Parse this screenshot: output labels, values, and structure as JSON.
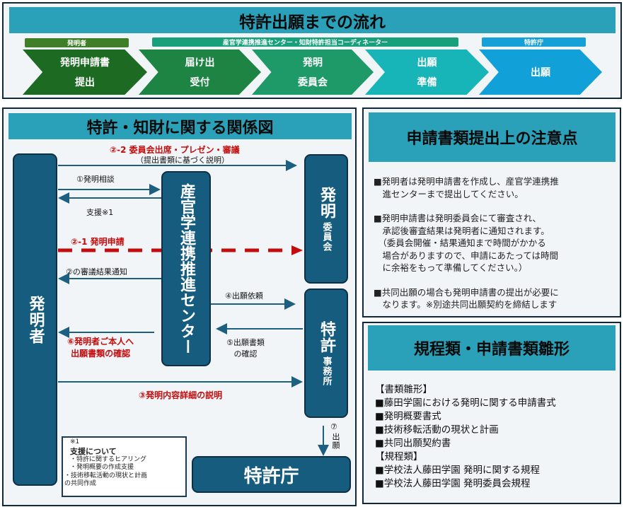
{
  "flow": {
    "title": "特許出願までの流れ",
    "roles": {
      "inventor": "発明者",
      "center": "産官学連携推進センター・知財特許担当コーディネーター",
      "office": "特許庁"
    },
    "steps": [
      {
        "top": "発明申請書",
        "bottom": "提出"
      },
      {
        "top": "届け出",
        "bottom": "受付"
      },
      {
        "top": "発明",
        "bottom": "委員会"
      },
      {
        "top": "出願",
        "bottom": "準備"
      },
      {
        "top": "出願",
        "bottom": ""
      }
    ],
    "colors": [
      "#1d6b23",
      "#1d8444",
      "#1e9a68",
      "#17b5b8",
      "#12a0d8"
    ]
  },
  "relation": {
    "title": "特許・知財に関する関係図",
    "inventor": "発明者",
    "center": "産官学連携推進センター",
    "committee_big": "発明",
    "committee_small": "委員会",
    "office_big": "特許",
    "office_small": "事務所",
    "jpo": "特許庁",
    "labels": {
      "a22": "②-2 委員会出席・プレゼン・審議",
      "a22sub": "（提出書類に基づく説明）",
      "a1": "①発明相談",
      "support": "支援※1",
      "a21": "②-1 発明申請",
      "a2result": "②の審議結果通知",
      "a4": "④出願依頼",
      "a5": "⑤出願書類\nの確認",
      "a6": "⑥発明者ご本人へ\n出願書類の確認",
      "a3": "③発明内容詳細の説明",
      "a7num": "⑦",
      "a7": "出願"
    },
    "note": {
      "mark": "※1",
      "title": "支援について",
      "items": [
        "・特許に関するヒアリング",
        "・発明概要の作成支援",
        "・技術移転活動の現状と計画\nの共同作成"
      ]
    }
  },
  "notes": {
    "title": "申請書類提出上の注意点",
    "items": [
      "■発明者は発明申請書を作成し、産官学連携推\n　進センターまで提出してください。",
      "■発明申請書は発明委員会にて審査され、\n　承認後審査結果は発明者に通知されます。\n　（委員会開催・結果通知まで時間がかかる\n　場合がありますので、申請にあたっては時間\n　に余裕をもって準備してください。）",
      "■共同出願の場合も発明申請書の提出が必要に\n　なります。※別途共同出願契約を締結します"
    ]
  },
  "forms": {
    "title": "規程類・申請書類雛形",
    "lines": [
      "【書類雛形】",
      "■藤田学園における発明に関する申請書式",
      "■発明概要書式",
      "■技術移転活動の現状と計画",
      "■共同出願契約書",
      "【規程類】",
      "■学校法人藤田学園 発明に関する規程",
      "■学校法人藤田学園 発明委員会規程"
    ]
  }
}
